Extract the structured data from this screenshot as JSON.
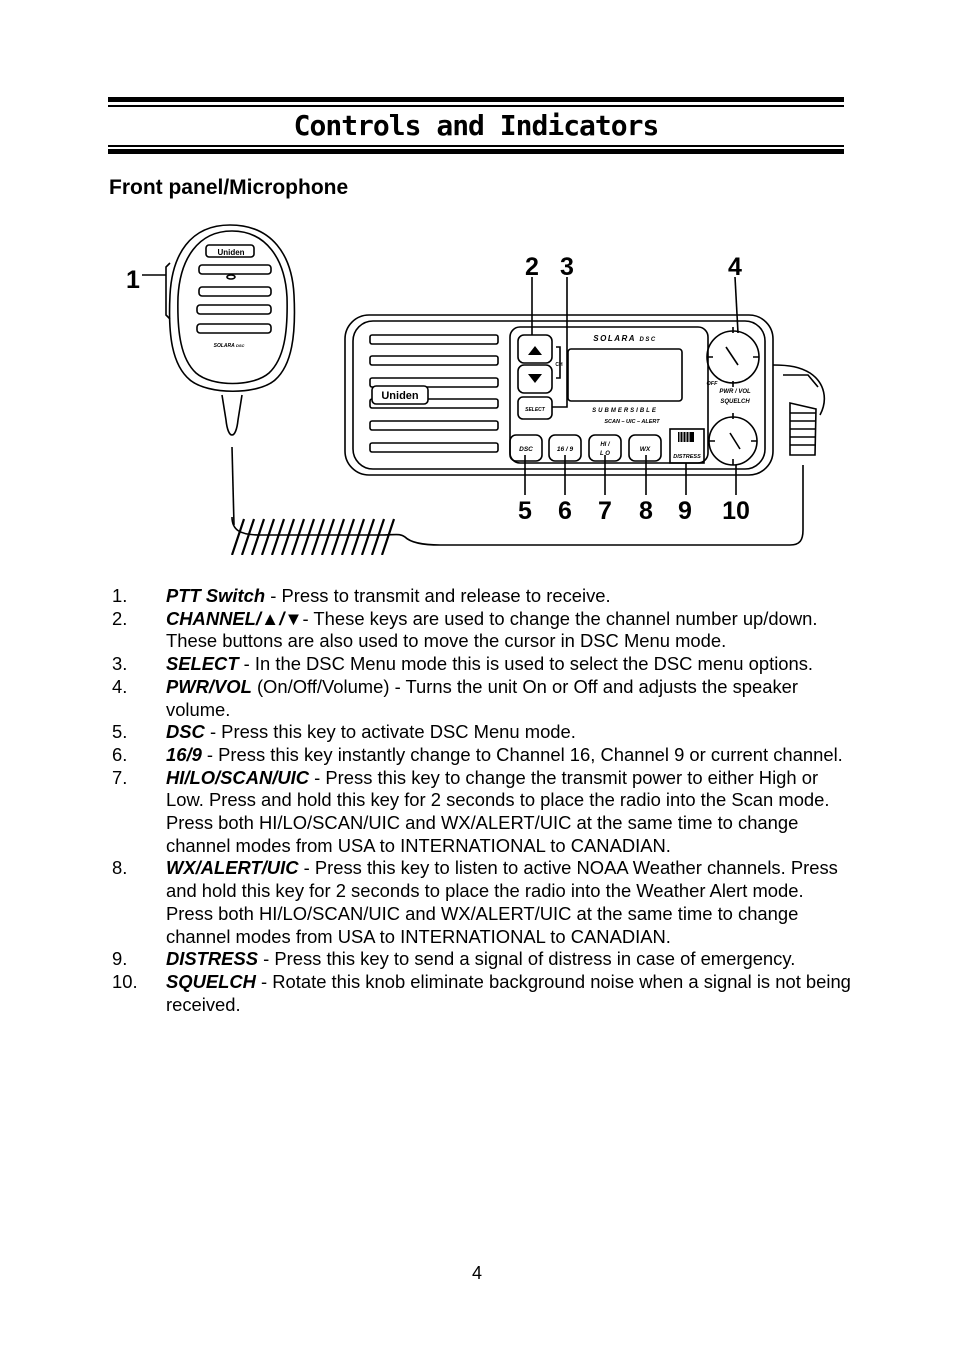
{
  "header": {
    "title": "Controls and Indicators"
  },
  "section": {
    "heading": "Front panel/Microphone"
  },
  "diagram": {
    "callouts": [
      "1",
      "2",
      "3",
      "4",
      "5",
      "6",
      "7",
      "8",
      "9",
      "10"
    ],
    "mic": {
      "brand": "Uniden",
      "model": "SOLARA",
      "model_suffix": "DSC"
    },
    "radio": {
      "brand": "Uniden",
      "model": "SOLARA",
      "model_suffix": "DSC",
      "submersible": "SUBMERSIBLE",
      "scan_line": "SCAN – UIC – ALERT",
      "ch_label": "CH",
      "select_label": "SELECT",
      "off_label": "OFF",
      "pwr_vol_label": "PWR / VOL",
      "squelch_label": "SQUELCH",
      "distress_label": "DISTRESS",
      "buttons": [
        "DSC",
        "16 / 9",
        "HI /",
        "L O",
        "WX"
      ]
    }
  },
  "list": [
    {
      "num": "1.",
      "term": "PTT Switch",
      "desc": " - Press to transmit and release to receive."
    },
    {
      "num": "2.",
      "term": "CHANNEL/▲/▼",
      "desc": "- These keys are used to change the channel number up/down. These buttons are also used to move the cursor in DSC Menu mode."
    },
    {
      "num": "3.",
      "term": "SELECT",
      "desc": " - In the DSC Menu mode this is used to select the DSC menu options."
    },
    {
      "num": "4.",
      "term": "PWR/VOL",
      "desc": " (On/Off/Volume) - Turns the unit On or Off and adjusts the speaker volume."
    },
    {
      "num": "5.",
      "term": "DSC",
      "desc": " - Press this key to activate DSC Menu mode."
    },
    {
      "num": "6.",
      "term": "16/9",
      "desc": " - Press this key instantly change to Channel 16, Channel 9 or current channel."
    },
    {
      "num": "7.",
      "term": "HI/LO/SCAN/UIC",
      "desc": " - Press this key to change the transmit power to either High or Low. Press and hold this key for 2 seconds to place the radio into the Scan mode. Press both HI/LO/SCAN/UIC and WX/ALERT/UIC at the same time to change channel modes from USA to INTERNATIONAL to CANADIAN."
    },
    {
      "num": "8.",
      "term": "WX/ALERT/UIC",
      "desc": " - Press this key to listen to active NOAA Weather channels. Press and hold this key for 2 seconds to place the radio into the Weather Alert mode. Press both HI/LO/SCAN/UIC and WX/ALERT/UIC at the same time to change channel modes from USA to INTERNATIONAL to CANADIAN."
    },
    {
      "num": "9.",
      "term": "DISTRESS",
      "desc": " - Press this key to send a signal of distress in case of emergency."
    },
    {
      "num": "10.",
      "term": "SQUELCH",
      "desc": " - Rotate this knob eliminate background noise when a signal is not being received."
    }
  ],
  "footer": {
    "page_number": "4"
  }
}
